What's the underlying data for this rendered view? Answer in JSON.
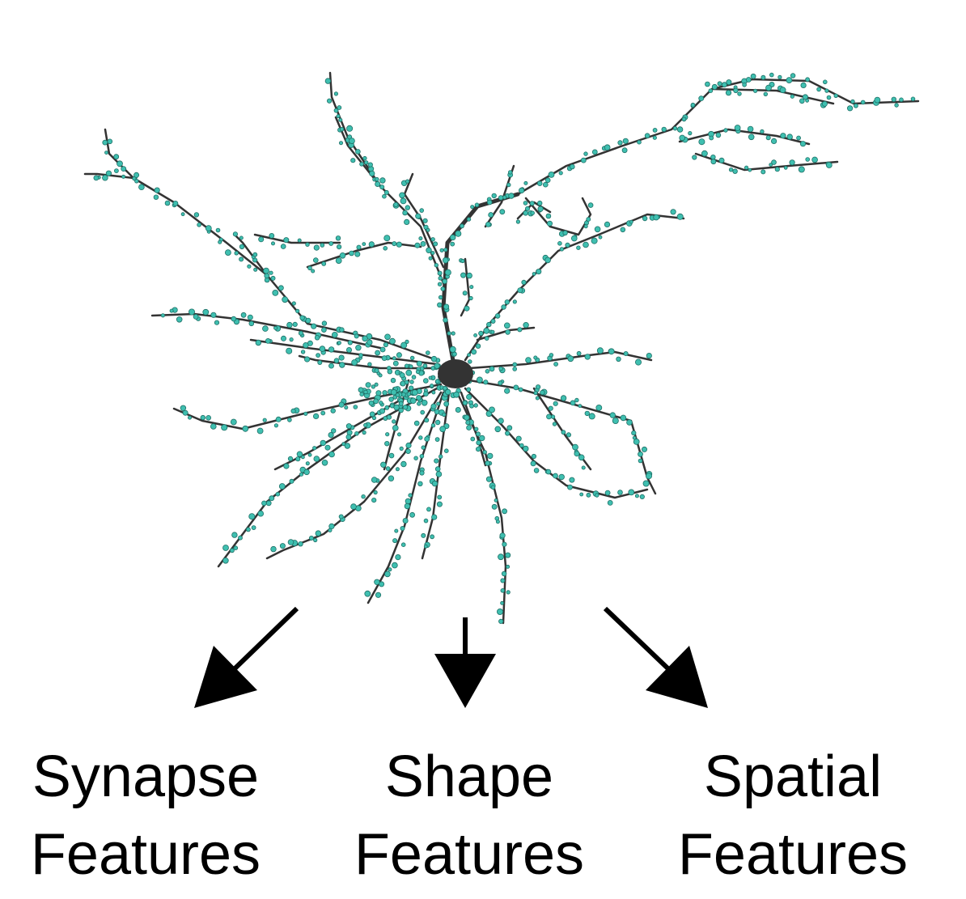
{
  "labels": {
    "synapse": {
      "line1": "Synapse",
      "line2": "Features"
    },
    "shape": {
      "line1": "Shape",
      "line2": "Features"
    },
    "spatial": {
      "line1": "Spatial",
      "line2": "Features"
    }
  },
  "colors": {
    "dendrite": "#333333",
    "synapse_fill": "#3fbfb0",
    "synapse_stroke": "#1f6f66",
    "arrow": "#000000",
    "background": "#ffffff"
  }
}
